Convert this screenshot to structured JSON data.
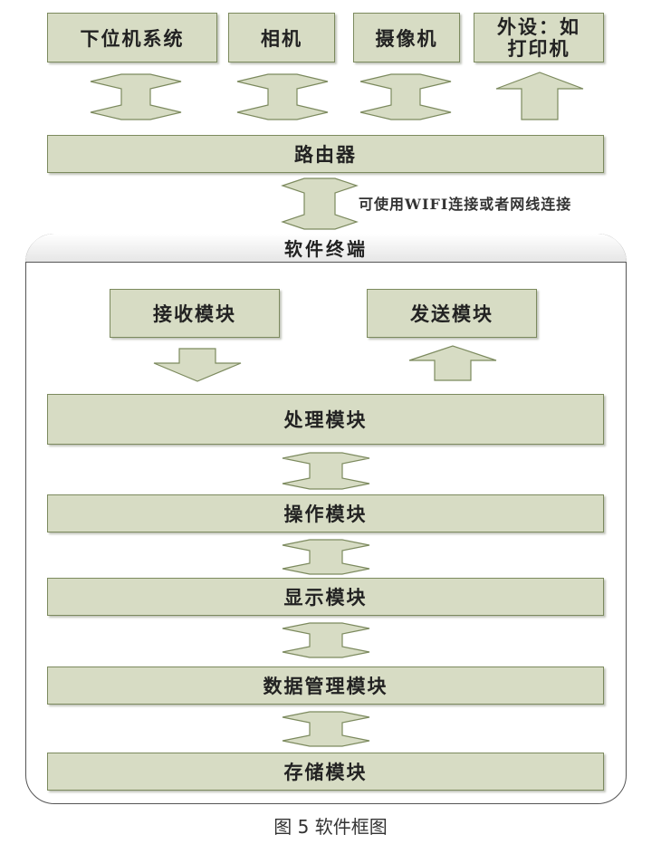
{
  "devices": {
    "lower_computer": "下位机系统",
    "camera": "相机",
    "video_camera": "摄像机",
    "peripheral_line1": "外设：如",
    "peripheral_line2": "打印机"
  },
  "router": "路由器",
  "connection_note": "可使用WIFI连接或者网线连接",
  "terminal": {
    "title": "软件终端",
    "receive_module": "接收模块",
    "send_module": "发送模块",
    "processing_module": "处理模块",
    "operation_module": "操作模块",
    "display_module": "显示模块",
    "data_management_module": "数据管理模块",
    "storage_module": "存储模块"
  },
  "caption": "图 5  软件框图",
  "colors": {
    "box_fill": "#d7dcc4",
    "box_border": "#7c8a5e"
  }
}
